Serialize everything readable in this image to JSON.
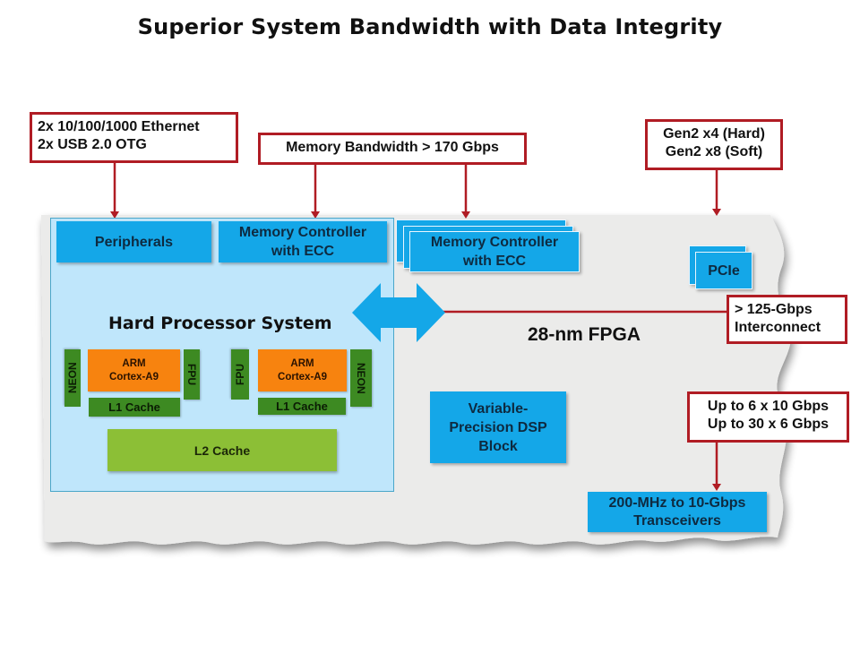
{
  "title": "Superior System Bandwidth with Data Integrity",
  "callouts": {
    "ethernet": [
      "2x 10/100/1000 Ethernet",
      "2x USB 2.0 OTG"
    ],
    "memory_bandwidth": "Memory Bandwidth > 170 Gbps",
    "pcie_gen": [
      "Gen2 x4 (Hard)",
      "Gen2 x8 (Soft)"
    ],
    "interconnect": [
      "> 125-Gbps",
      "Interconnect"
    ],
    "transceiver_rates": [
      "Up to 6 x 10 Gbps",
      "Up to 30 x 6 Gbps"
    ]
  },
  "hps": {
    "label": "Hard Processor System",
    "peripherals": "Peripherals",
    "memory_controller": [
      "Memory Controller",
      "with ECC"
    ],
    "cores": [
      {
        "cpu": [
          "ARM",
          "Cortex-A9"
        ],
        "l1": "L1 Cache",
        "neon": "NEON",
        "fpu": "FPU"
      },
      {
        "cpu": [
          "ARM",
          "Cortex-A9"
        ],
        "l1": "L1 Cache",
        "neon": "NEON",
        "fpu": "FPU"
      }
    ],
    "l2": "L2 Cache"
  },
  "fpga": {
    "label": "28-nm FPGA",
    "memory_controller": [
      "Memory Controller",
      "with ECC"
    ],
    "pcie": "PCIe",
    "dsp": [
      "Variable-",
      "Precision DSP",
      "Block"
    ],
    "transceivers": [
      "200-MHz to 10-Gbps",
      "Transceivers"
    ]
  },
  "colors": {
    "callout_border": "#b01c24",
    "block_blue": "#14a7e8",
    "hps_bg": "#bfe6fb",
    "arm_orange": "#f7830f",
    "neon_green": "#3d8a22",
    "l2_green": "#8cbf36",
    "fpga_gray": "#ebebea"
  }
}
